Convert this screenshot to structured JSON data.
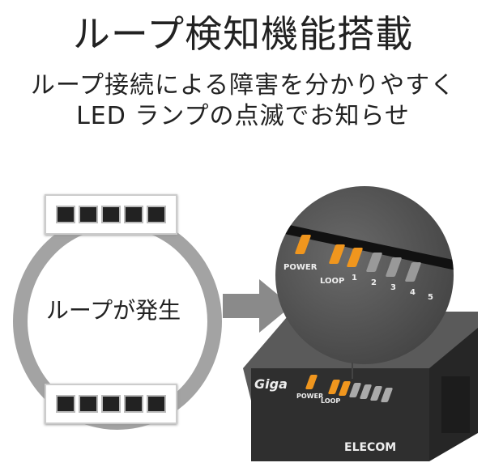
{
  "title": "ループ検知機能搭載",
  "subtitle": [
    "ループ接続による障害を分かりやすく",
    "LED ランプの点滅でお知らせ"
  ],
  "diagram": {
    "loop_label": "ループが発生"
  },
  "device": {
    "brand": "ELECOM",
    "model_logo": "Giga",
    "labels": {
      "power": "POWER",
      "loop": "LOOP",
      "ports": [
        "1",
        "2",
        "3",
        "4",
        "5"
      ]
    }
  },
  "colors": {
    "led_on": "#f0961e",
    "ring": "#a3a3a3",
    "arrow": "#8a8a8a",
    "device": "#3a3a3a"
  }
}
